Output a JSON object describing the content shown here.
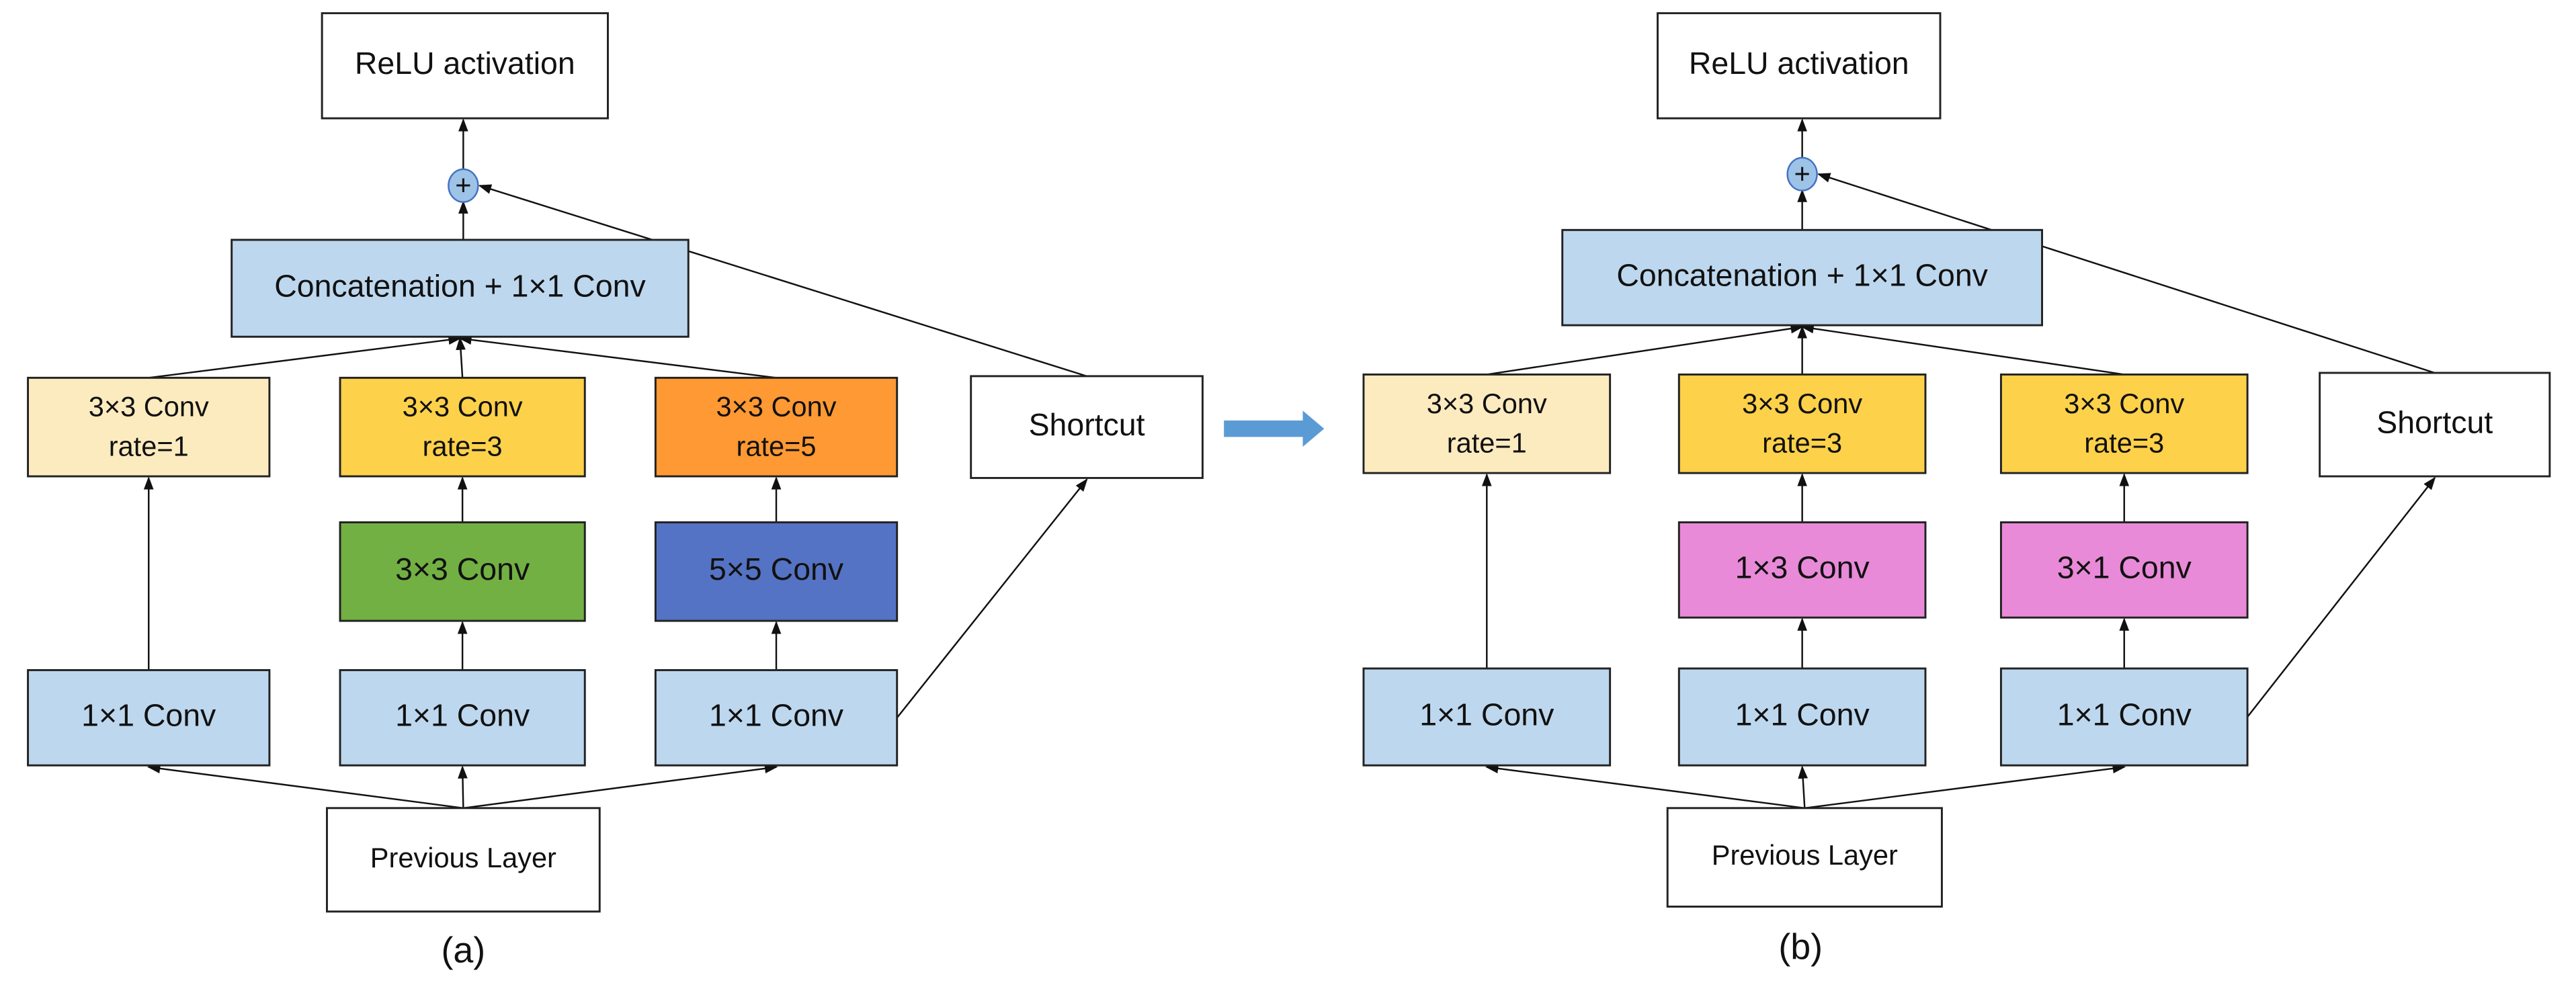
{
  "colors": {
    "light_blue": "#bdd7ee",
    "cream": "#fdebc0",
    "yellow": "#fdd14a",
    "orange": "#ff9933",
    "green": "#72b043",
    "blue": "#5573c4",
    "pink": "#e98ad9",
    "white": "#ffffff",
    "plus_fill": "#9dc3e6",
    "arrow": "#5b9bd5"
  },
  "diagrams": [
    {
      "caption": "(a)",
      "relu": "ReLU activation",
      "plus": "+",
      "concat": "Concatenation + 1×1 Conv",
      "shortcut": "Shortcut",
      "previous": "Previous Layer",
      "row1": [
        {
          "line1": "3×3 Conv",
          "line2": "rate=1",
          "color": "cream"
        },
        {
          "line1": "3×3 Conv",
          "line2": "rate=3",
          "color": "yellow"
        },
        {
          "line1": "3×3 Conv",
          "line2": "rate=5",
          "color": "orange"
        }
      ],
      "row2": [
        {
          "label": "3×3 Conv",
          "color": "green"
        },
        {
          "label": "5×5 Conv",
          "color": "blue"
        }
      ],
      "row3": [
        {
          "label": "1×1 Conv",
          "color": "light_blue"
        },
        {
          "label": "1×1 Conv",
          "color": "light_blue"
        },
        {
          "label": "1×1 Conv",
          "color": "light_blue"
        }
      ]
    },
    {
      "caption": "(b)",
      "relu": "ReLU activation",
      "plus": "+",
      "concat": "Concatenation + 1×1 Conv",
      "shortcut": "Shortcut",
      "previous": "Previous Layer",
      "row1": [
        {
          "line1": "3×3 Conv",
          "line2": "rate=1",
          "color": "cream"
        },
        {
          "line1": "3×3 Conv",
          "line2": "rate=3",
          "color": "yellow"
        },
        {
          "line1": "3×3 Conv",
          "line2": "rate=3",
          "color": "yellow"
        }
      ],
      "row2": [
        {
          "label": "1×3 Conv",
          "color": "pink"
        },
        {
          "label": "3×1 Conv",
          "color": "pink"
        }
      ],
      "row3": [
        {
          "label": "1×1 Conv",
          "color": "light_blue"
        },
        {
          "label": "1×1 Conv",
          "color": "light_blue"
        },
        {
          "label": "1×1 Conv",
          "color": "light_blue"
        }
      ]
    }
  ]
}
